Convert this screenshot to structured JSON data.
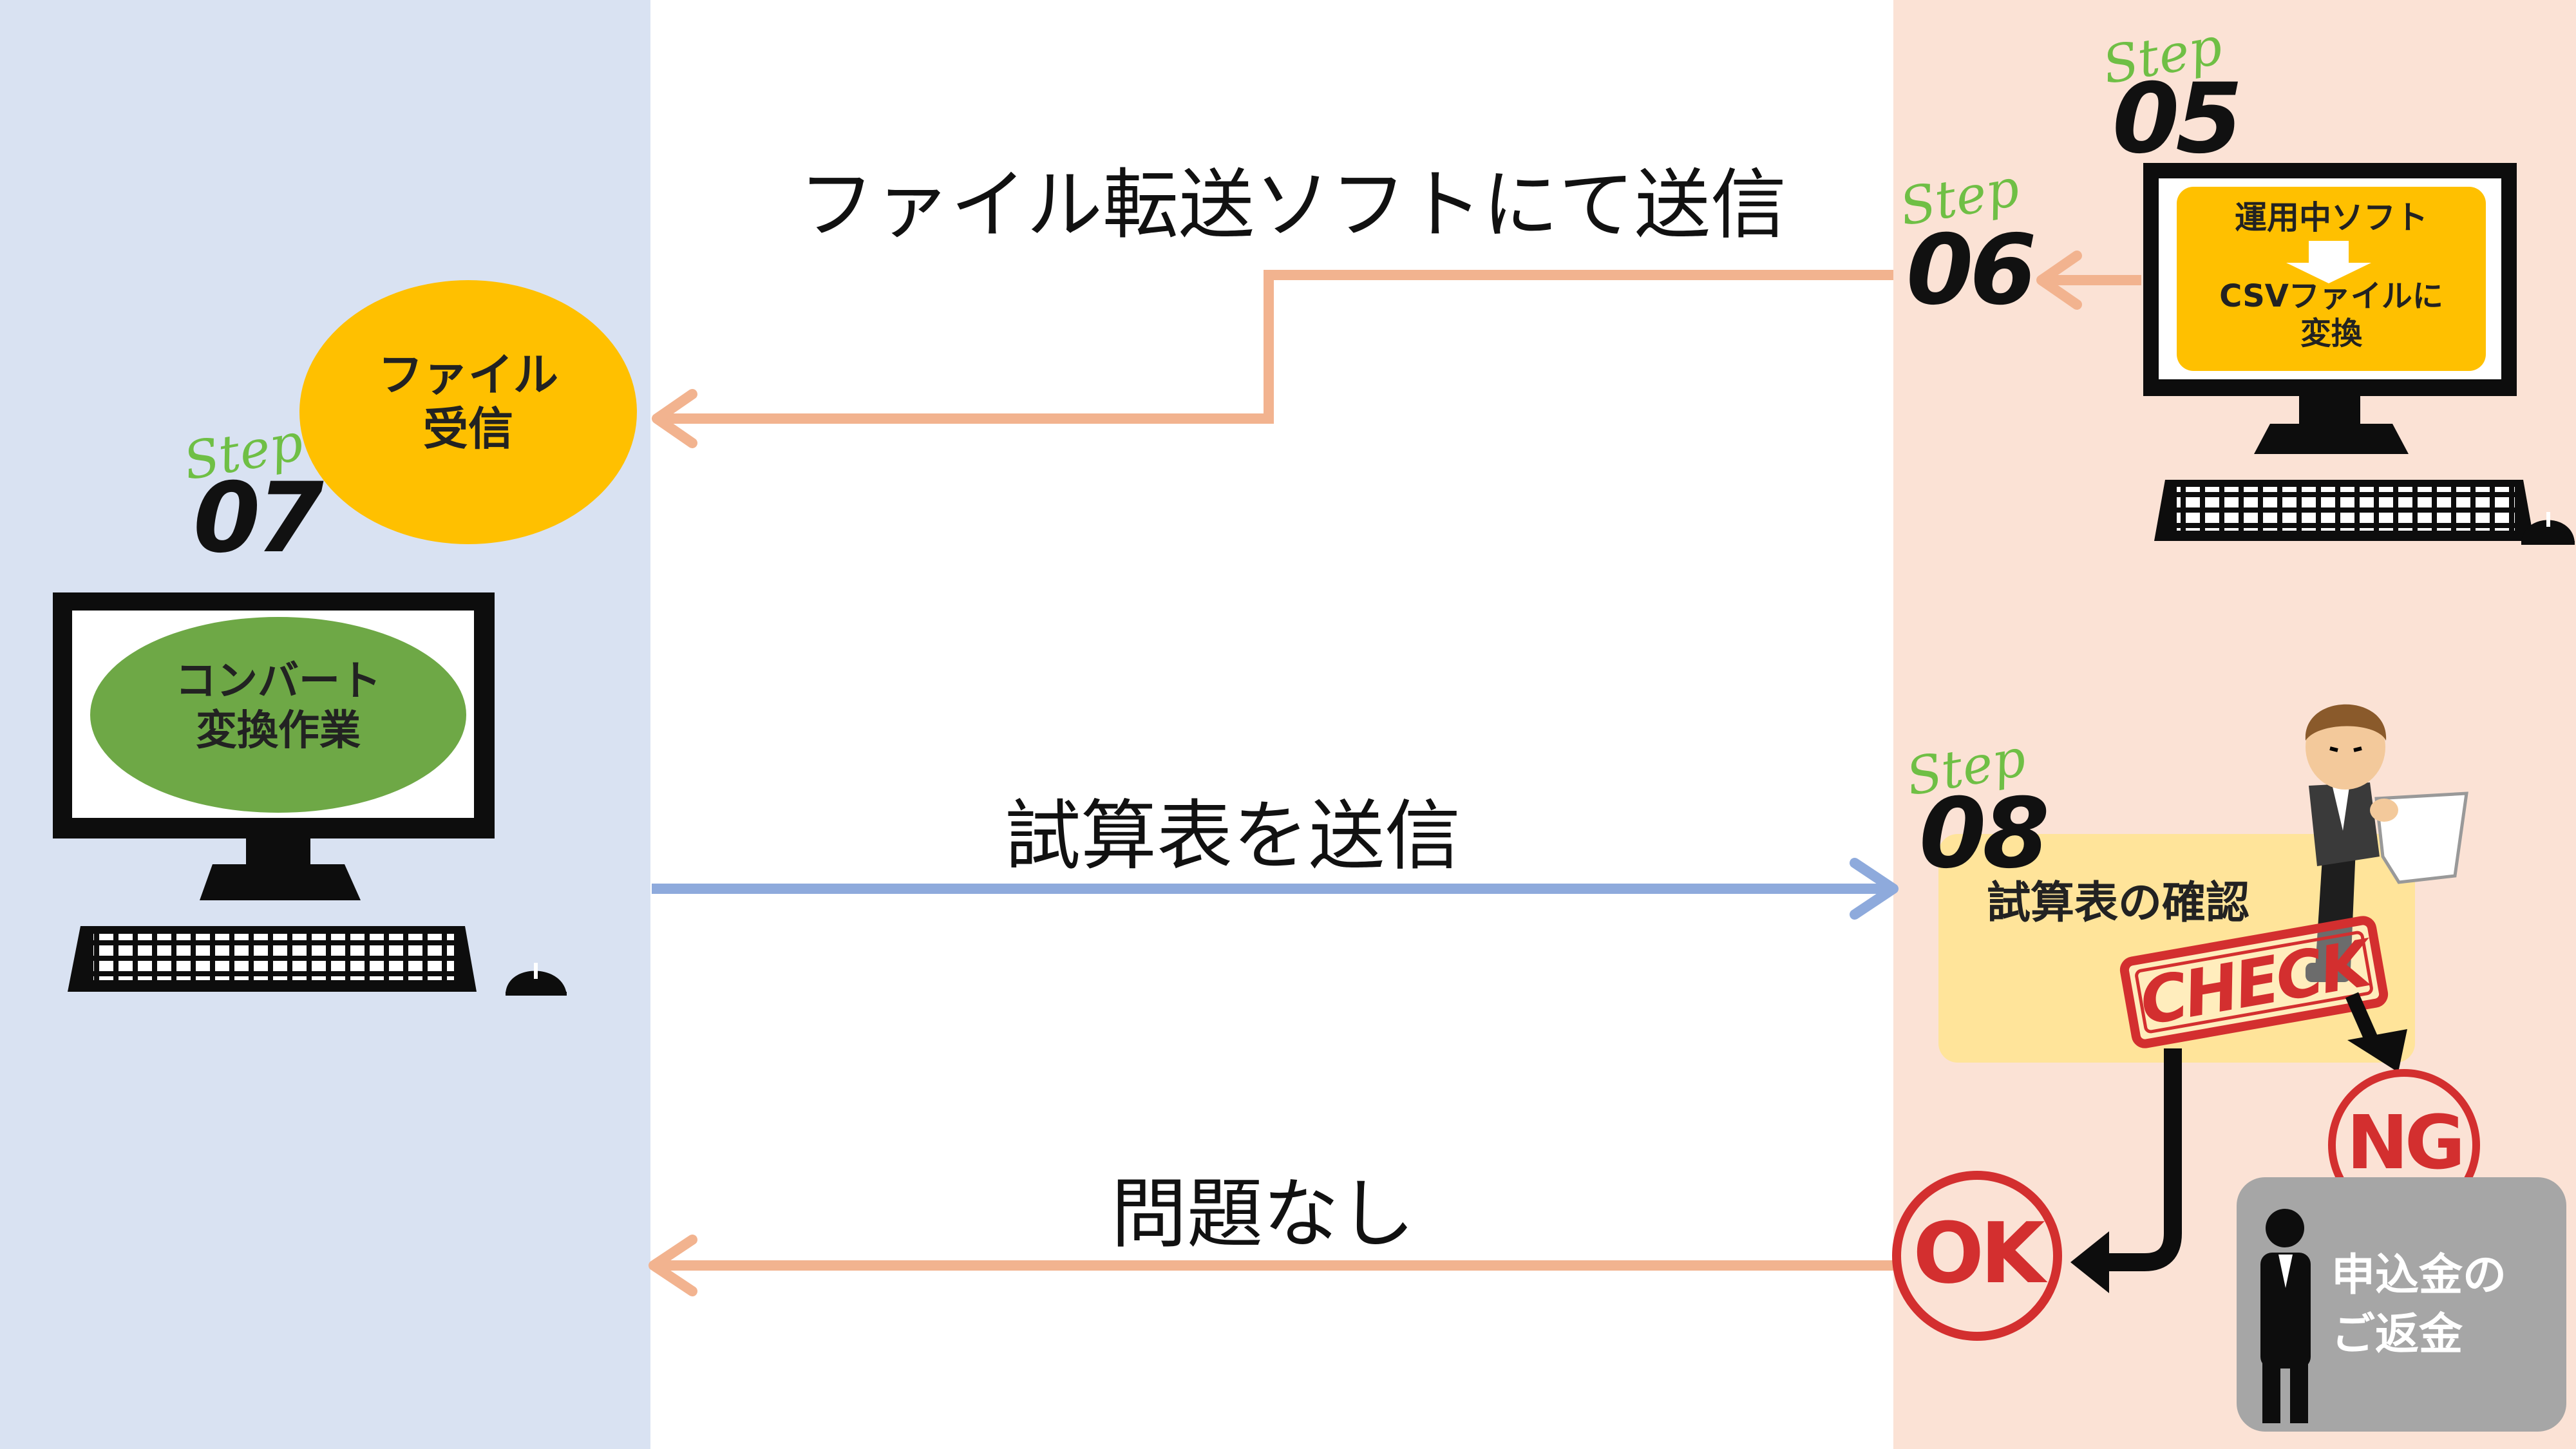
{
  "colors": {
    "left_panel": "#d9e2f2",
    "right_panel": "#fbe2d5",
    "orange_arrow": "#f2b38f",
    "blue_arrow": "#8eaadc",
    "yellow": "#ffc000",
    "green": "#6ea846",
    "check_box": "#ffe49a",
    "ng_box": "#a6a6a6",
    "stamp_red": "#d32f2f",
    "step_green": "#6fbf45"
  },
  "steps": {
    "s05": {
      "word": "Step",
      "number": "05"
    },
    "s06": {
      "word": "Step",
      "number": "06"
    },
    "s07": {
      "word": "Step",
      "number": "07"
    },
    "s08": {
      "word": "Step",
      "number": "08"
    }
  },
  "arrows": {
    "send_file_label": "ファイル転送ソフトにて送信",
    "send_trial_label": "試算表を送信",
    "no_problem_label": "問題なし"
  },
  "receive_bubble": {
    "line1": "ファイル",
    "line2": "受信"
  },
  "convert_bubble": {
    "line1": "コンバート",
    "line2": "変換作業"
  },
  "operation_screen": {
    "top": "運用中ソフト",
    "bottom1": "CSVファイルに",
    "bottom2": "変換"
  },
  "check_box": {
    "label": "試算表の確認"
  },
  "stamps": {
    "check": "CHECK",
    "ok": "OK",
    "ng": "NG"
  },
  "refund_box": {
    "line1": "申込金の",
    "line2": "ご返金"
  },
  "icons": [
    "computer-monitor-icon",
    "keyboard-icon",
    "mouse-icon",
    "businessman-icon",
    "bowing-person-icon",
    "down-arrow-icon"
  ]
}
